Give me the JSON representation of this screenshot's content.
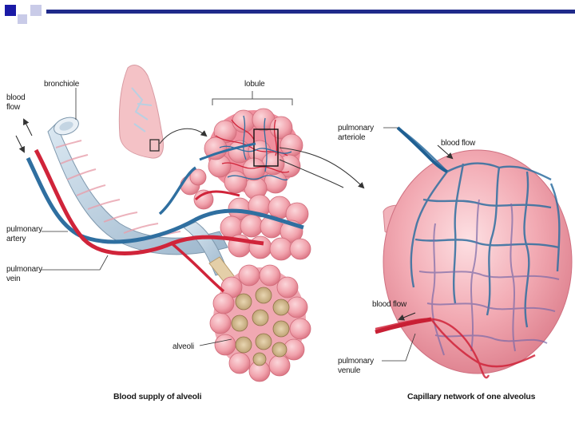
{
  "labels": {
    "bronchiole": "bronchiole",
    "lobule": "lobule",
    "blood_flow_left_1": "blood",
    "blood_flow_left_2": "flow",
    "pulmonary_artery_1": "pulmonary",
    "pulmonary_artery_2": "artery",
    "pulmonary_vein_1": "pulmonary",
    "pulmonary_vein_2": "vein",
    "alveoli": "alveoli",
    "pulmonary_arteriole_1": "pulmonary",
    "pulmonary_arteriole_2": "arteriole",
    "blood_flow_top": "blood flow",
    "blood_flow_bottom": "blood flow",
    "pulmonary_venule_1": "pulmonary",
    "pulmonary_venule_2": "venule"
  },
  "captions": {
    "left": "Blood supply of alveoli",
    "right": "Capillary network of one alveolus"
  },
  "colors": {
    "accent_blue": "#1a1aa6",
    "title_bar": "#1f2a8a",
    "artery_blue": "#2f6fa0",
    "vein_red": "#d0243a",
    "alveolus_pink": "#f2a6b0",
    "bronchiole_blue": "#b9d0e2"
  }
}
